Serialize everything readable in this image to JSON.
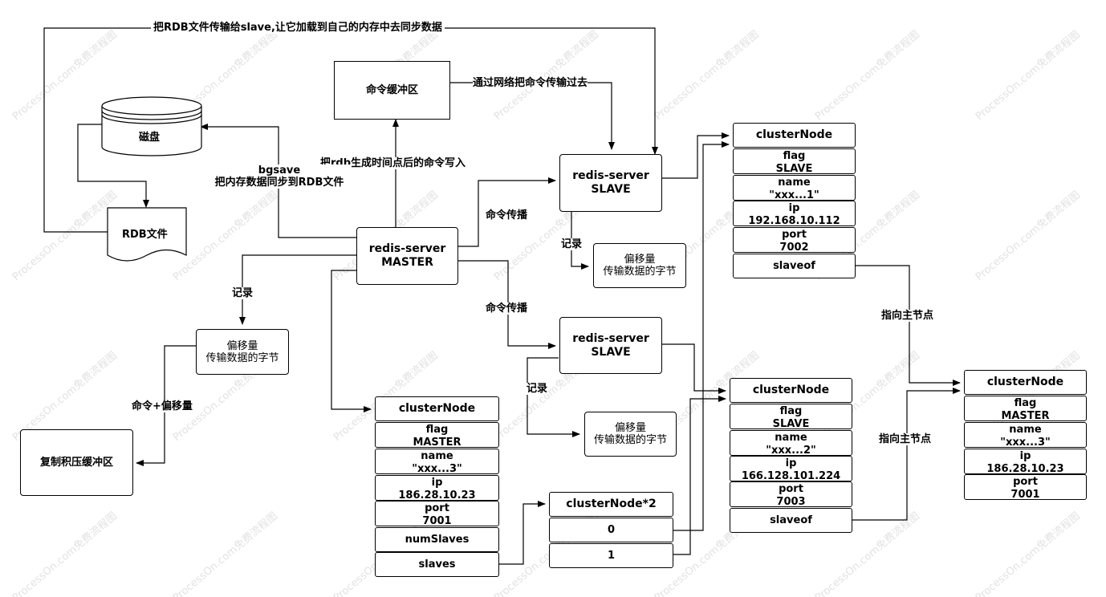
{
  "watermark": "ProcessOn.com免费流程图",
  "labels": {
    "rdb_transfer": "把RDB文件传输给slave,让它加载到自己的内存中去同步数据",
    "network_send": "通过网络把命令传输过去",
    "write_after": "把rdb生成时间点后的命令写入",
    "bgsave_1": "bgsave",
    "bgsave_2": "把内存数据同步到RDB文件",
    "propagate_1": "命令传播",
    "propagate_2": "命令传播",
    "record_master": "记录",
    "record_slave1": "记录",
    "record_slave2": "记录",
    "cmd_offset": "命令+偏移量",
    "point_master_1": "指向主节点",
    "point_master_2": "指向主节点"
  },
  "nodes": {
    "cmd_buffer": "命令缓冲区",
    "disk": "磁盘",
    "rdb_file": "RDB文件",
    "master": {
      "line1": "redis-server",
      "line2": "MASTER"
    },
    "slave1": {
      "line1": "redis-server",
      "line2": "SLAVE"
    },
    "slave2": {
      "line1": "redis-server",
      "line2": "SLAVE"
    },
    "offset_master": {
      "line1": "偏移量",
      "line2": "传输数据的字节"
    },
    "offset_slave1": {
      "line1": "偏移量",
      "line2": "传输数据的字节"
    },
    "offset_slave2": {
      "line1": "偏移量",
      "line2": "传输数据的字节"
    },
    "backlog": "复制积压缓冲区"
  },
  "cluster_master": {
    "title": "clusterNode",
    "flag": [
      "flag",
      "MASTER"
    ],
    "name": [
      "name",
      "\"xxx...3\""
    ],
    "ip": [
      "ip",
      "186.28.10.23"
    ],
    "port": [
      "port",
      "7001"
    ],
    "num_slaves": "numSlaves",
    "slaves": "slaves"
  },
  "cluster_array": {
    "title": "clusterNode*2",
    "item0": "0",
    "item1": "1"
  },
  "cluster_slave1": {
    "title": "clusterNode",
    "flag": [
      "flag",
      "SLAVE"
    ],
    "name": [
      "name",
      "\"xxx...1\""
    ],
    "ip": [
      "ip",
      "192.168.10.112"
    ],
    "port": [
      "port",
      "7002"
    ],
    "slaveof": "slaveof"
  },
  "cluster_slave2": {
    "title": "clusterNode",
    "flag": [
      "flag",
      "SLAVE"
    ],
    "name": [
      "name",
      "\"xxx...2\""
    ],
    "ip": [
      "ip",
      "166.128.101.224"
    ],
    "port": [
      "port",
      "7003"
    ],
    "slaveof": "slaveof"
  },
  "cluster_target": {
    "title": "clusterNode",
    "flag": [
      "flag",
      "MASTER"
    ],
    "name": [
      "name",
      "\"xxx...3\""
    ],
    "ip": [
      "ip",
      "186.28.10.23"
    ],
    "port": [
      "port",
      "7001"
    ]
  }
}
